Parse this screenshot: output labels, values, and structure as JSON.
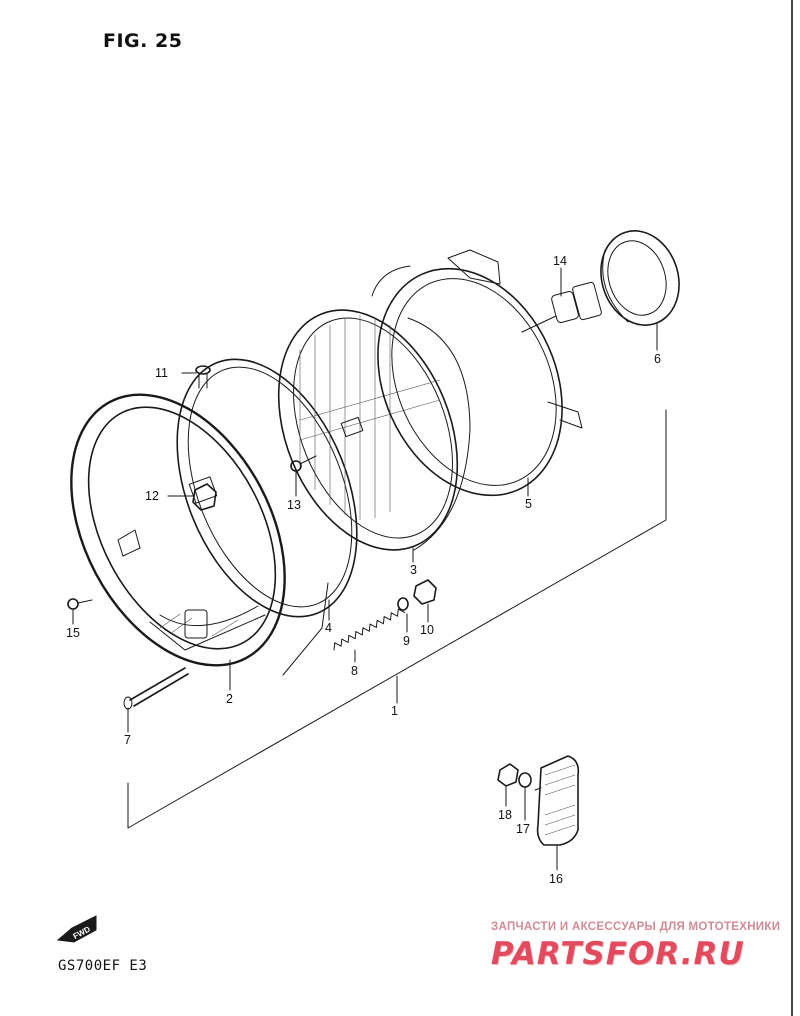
{
  "figure": {
    "title": "FIG. 25",
    "model": "GS700EF  E3",
    "fwd_label": "FWD"
  },
  "watermark": {
    "text": "ЗАПЧАСТИ И АКСЕССУАРЫ ДЛЯ МОТОТЕХНИКИ",
    "logo": "PARTSFOR.RU"
  },
  "callouts": {
    "1": "1",
    "2": "2",
    "3": "3",
    "4": "4",
    "5": "5",
    "6": "6",
    "7": "7",
    "8": "8",
    "9": "9",
    "10": "10",
    "11": "11",
    "12": "12",
    "13": "13",
    "14": "14",
    "15": "15",
    "16": "16",
    "17": "17",
    "18": "18"
  },
  "colors": {
    "ink": "#1a1a1a",
    "watermark": "#e24a5e"
  }
}
